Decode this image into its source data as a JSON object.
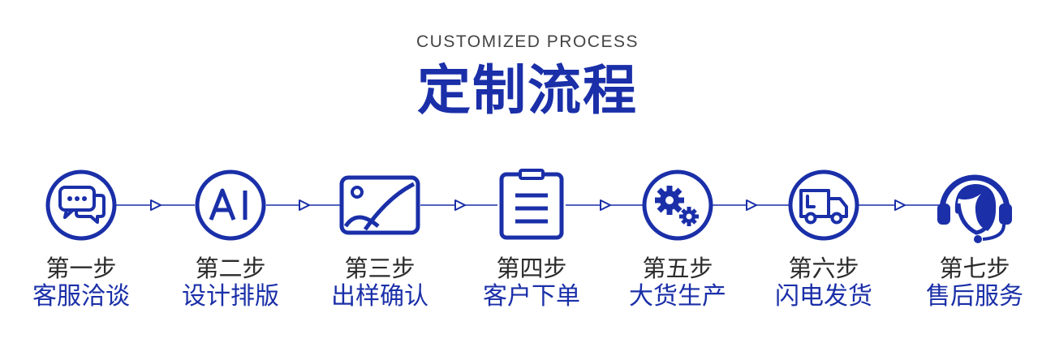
{
  "header": {
    "subtitle": "CUSTOMIZED PROCESS",
    "title": "定制流程"
  },
  "colors": {
    "accent": "#1a2fa8",
    "step_label": "#2b2b2b",
    "subtitle": "#444444"
  },
  "steps": [
    {
      "number": "第一步",
      "name": "客服洽谈",
      "icon": "chat-bubbles-icon"
    },
    {
      "number": "第二步",
      "name": "设计排版",
      "icon": "ai-design-icon"
    },
    {
      "number": "第三步",
      "name": "出样确认",
      "icon": "image-sample-icon"
    },
    {
      "number": "第四步",
      "name": "客户下单",
      "icon": "clipboard-order-icon"
    },
    {
      "number": "第五步",
      "name": "大货生产",
      "icon": "gears-production-icon"
    },
    {
      "number": "第六步",
      "name": "闪电发货",
      "icon": "delivery-truck-icon"
    },
    {
      "number": "第七步",
      "name": "售后服务",
      "icon": "headset-support-icon"
    }
  ]
}
